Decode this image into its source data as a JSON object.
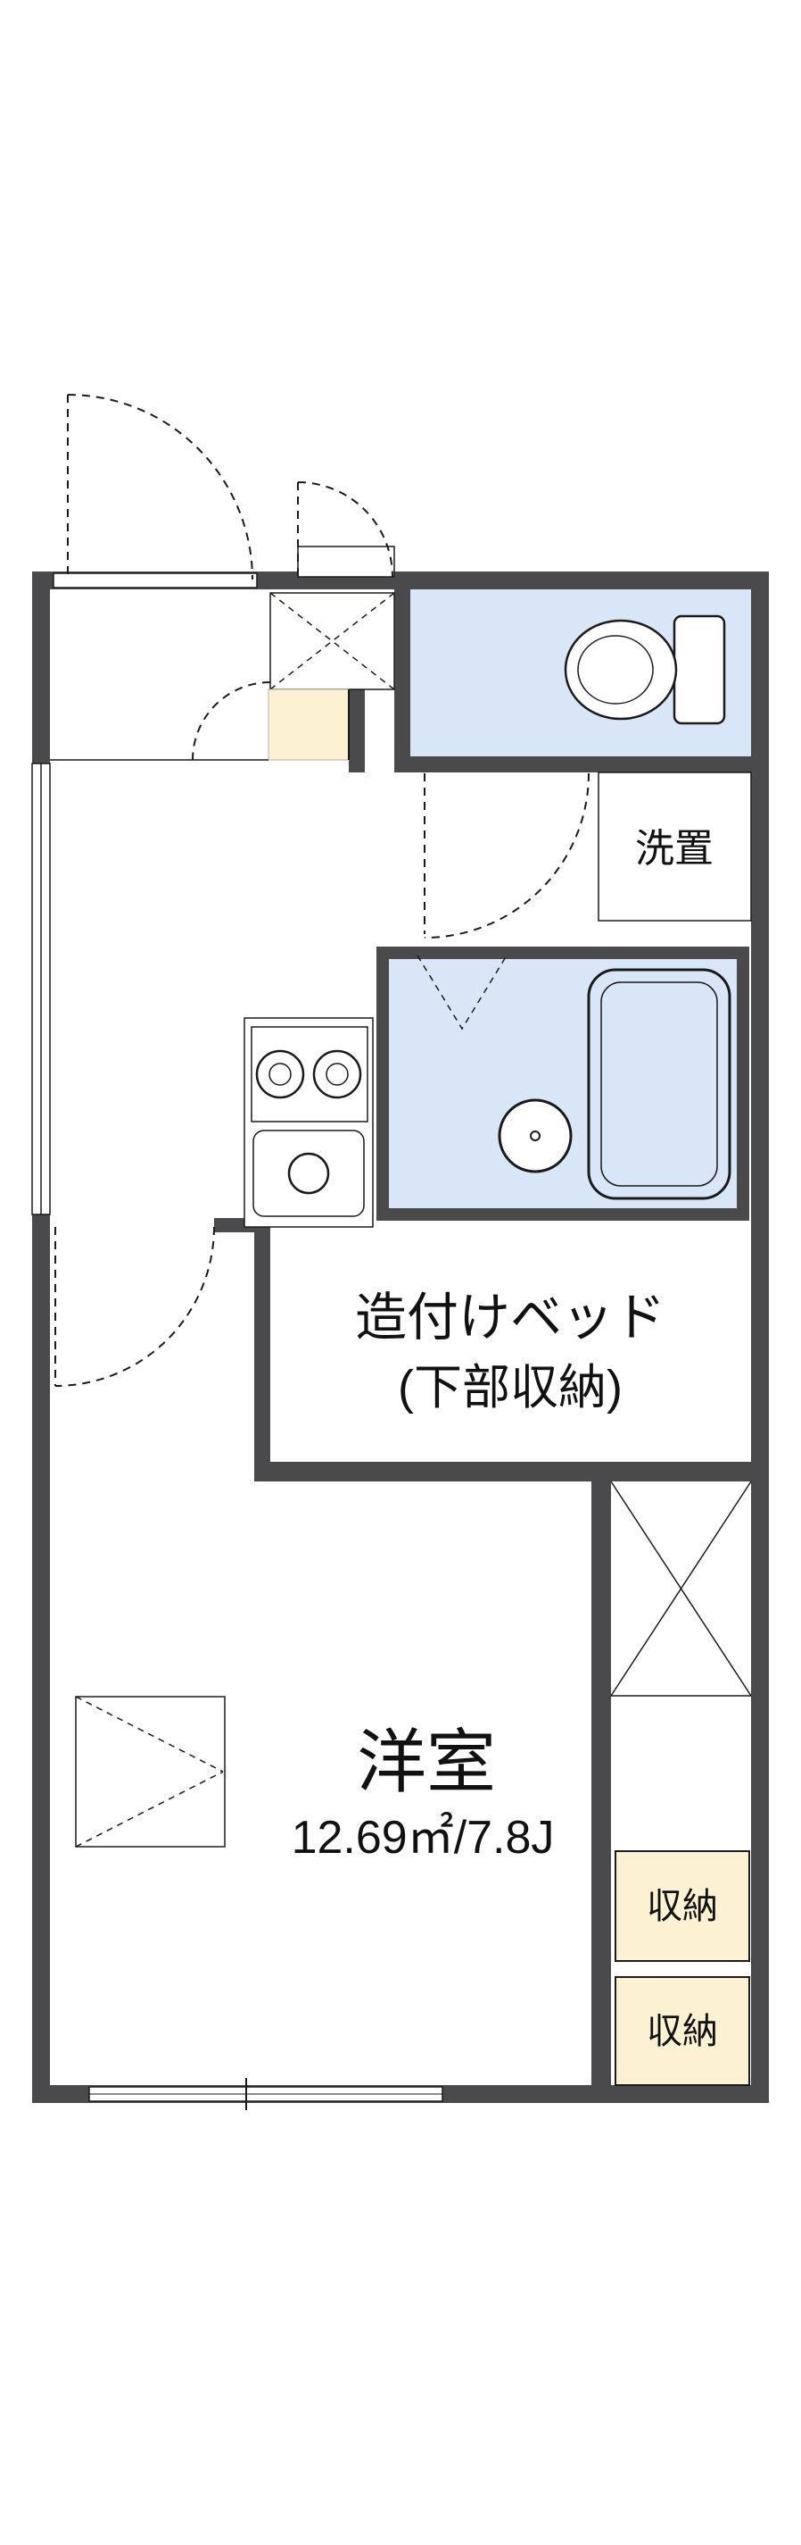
{
  "floorplan": {
    "labels": {
      "laundry": "洗置",
      "bed_line1": "造付けベッド",
      "bed_line2": "(下部収納)",
      "main_room": "洋室",
      "main_room_size": "12.69㎡/7.8J",
      "storage_top": "収納",
      "storage_bottom": "収納"
    },
    "colors": {
      "wall": "#4a4a4d",
      "wet_area": "#d9e6f7",
      "storage": "#fcf1d3",
      "line": "#1a1a1a",
      "background": "#ffffff"
    }
  }
}
